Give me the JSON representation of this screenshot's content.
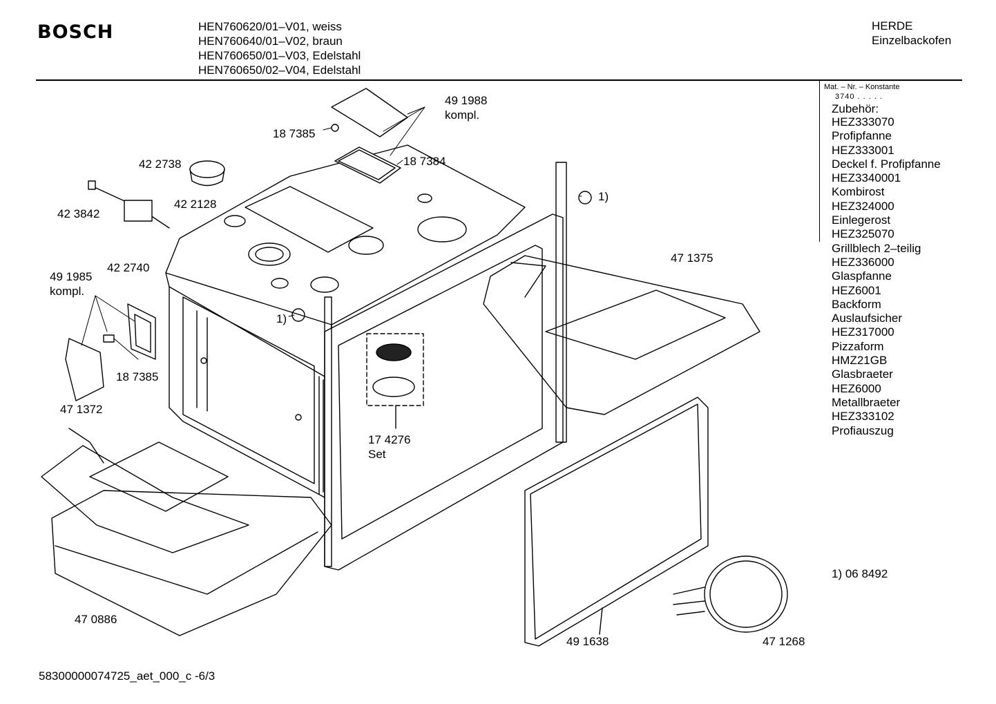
{
  "header": {
    "brand": "BOSCH",
    "models": [
      "HEN760620/01–V01, weiss",
      "HEN760640/01–V02,  braun",
      "HEN760650/01–V03, Edelstahl",
      "HEN760650/02–V04, Edelstahl"
    ],
    "category_line1": "HERDE",
    "category_line2": "Einzelbackofen"
  },
  "sidebar": {
    "mat_label": "Mat. – Nr. – Konstante",
    "mat_value": "3740  .  .  .  .  .",
    "accessories_title": "Zubehör:",
    "accessories": [
      "HEZ333070",
      "Profipfanne",
      "HEZ333001",
      "Deckel f. Profipfanne",
      "HEZ3340001",
      "Kombirost",
      "HEZ324000",
      "Einlegerost",
      "HEZ325070",
      "Grillblech 2–teilig",
      "HEZ336000",
      "Glaspfanne",
      "HEZ6001",
      "Backform",
      "Auslaufsicher",
      "HEZ317000",
      "Pizzaform",
      "HMZ21GB",
      "Glasbraeter",
      "HEZ6000",
      "Metallbraeter",
      "HEZ333102",
      "Profiauszug"
    ],
    "footnote": "1) 06 8492"
  },
  "callouts": {
    "p491988": "49 1988",
    "p491988_note": "kompl.",
    "p187385_top": "18 7385",
    "p187384": "18 7384",
    "p422738": "42 2738",
    "p422128": "42 2128",
    "p423842": "42 3842",
    "p_note1_top": "1)",
    "p491985": "49 1985",
    "p491985_note": "kompl.",
    "p422740": "42 2740",
    "p_note1_mid": "1)",
    "p187385_left": "18 7385",
    "p471375": "47 1375",
    "p471372": "47 1372",
    "p174276": "17 4276",
    "p174276_note": "Set",
    "p470886": "47 0886",
    "p491638": "49 1638",
    "p471268": "47 1268"
  },
  "footer": {
    "doc_id": "58300000074725_aet_000_c -6/3"
  }
}
